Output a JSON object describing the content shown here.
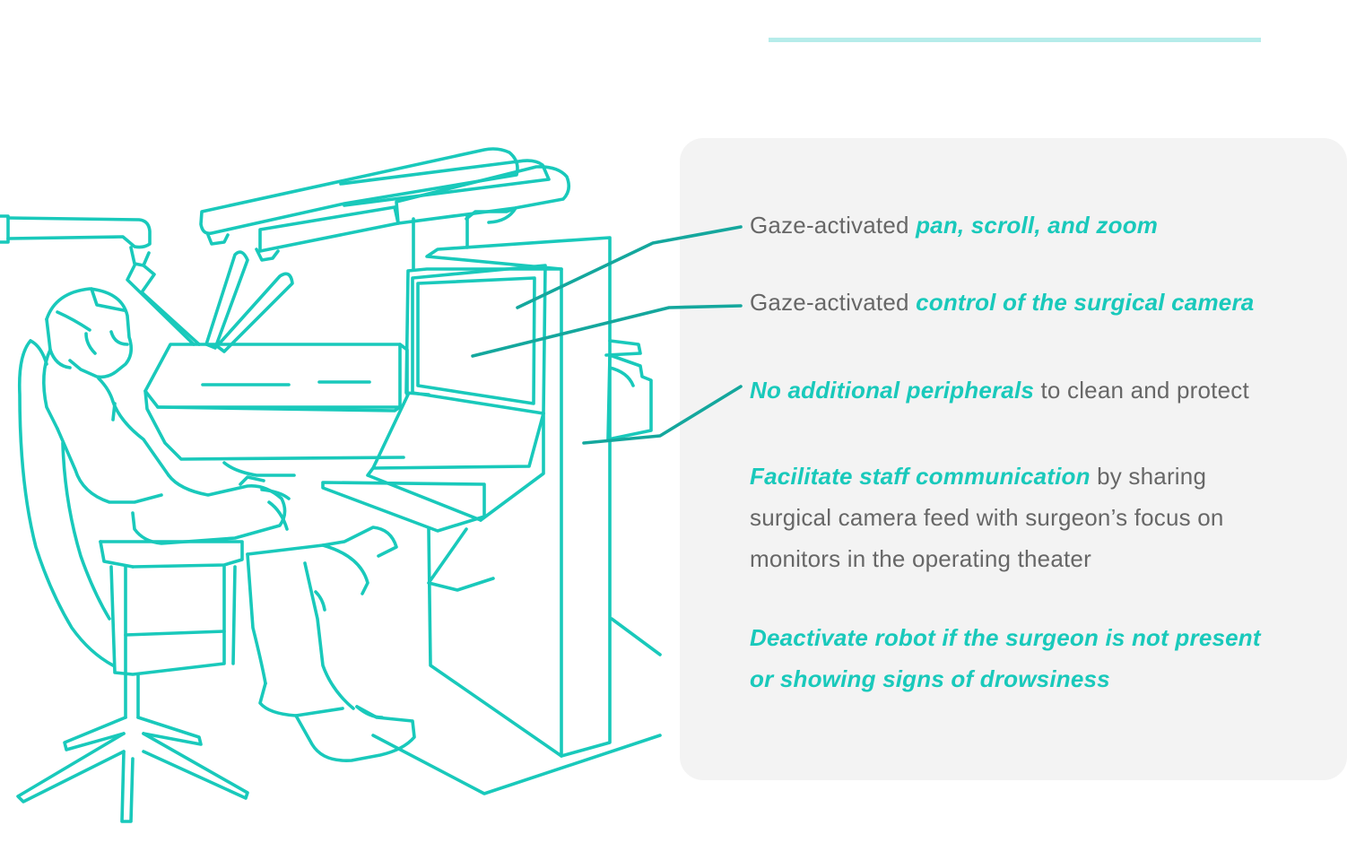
{
  "colors": {
    "accent": "#19c9bb",
    "leader_line": "#14a79d",
    "body_text": "#676767",
    "panel_bg": "#f3f3f3",
    "top_rule": "#b6ecea"
  },
  "features": [
    {
      "pre": "Gaze-activated ",
      "highlight": "pan, scroll, and zoom",
      "post": ""
    },
    {
      "pre": "Gaze-activated ",
      "highlight": "control of the surgical camera",
      "post": ""
    },
    {
      "pre": "",
      "highlight": "No additional peripherals",
      "post": " to clean and protect"
    },
    {
      "lines": [
        {
          "pre": "",
          "highlight": "Facilitate staff communication",
          "post": " by sharing"
        },
        {
          "pre": "surgical camera feed with surgeon’s focus on",
          "highlight": "",
          "post": ""
        },
        {
          "pre": "monitors in the operating theater",
          "highlight": "",
          "post": ""
        }
      ]
    },
    {
      "lines": [
        {
          "pre": "",
          "highlight": "Deactivate robot if the surgeon is not present",
          "post": ""
        },
        {
          "pre": "",
          "highlight": "or showing signs of drowsiness",
          "post": ""
        }
      ]
    }
  ]
}
